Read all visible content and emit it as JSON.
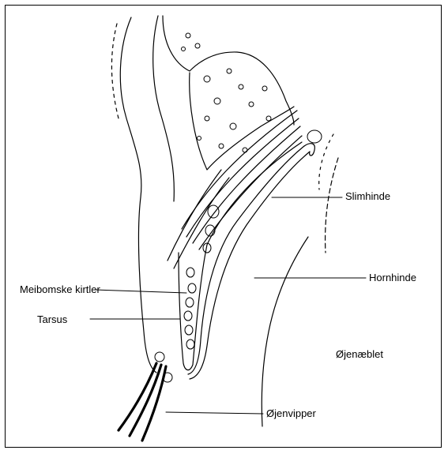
{
  "labels": {
    "slimhinde": "Slimhinde",
    "hornhinde": "Hornhinde",
    "meibomske_kirtler": "Meibomske kirtler",
    "tarsus": "Tarsus",
    "ojenaeblet": "Øjenæblet",
    "ojenvipper": "Øjenvipper"
  }
}
